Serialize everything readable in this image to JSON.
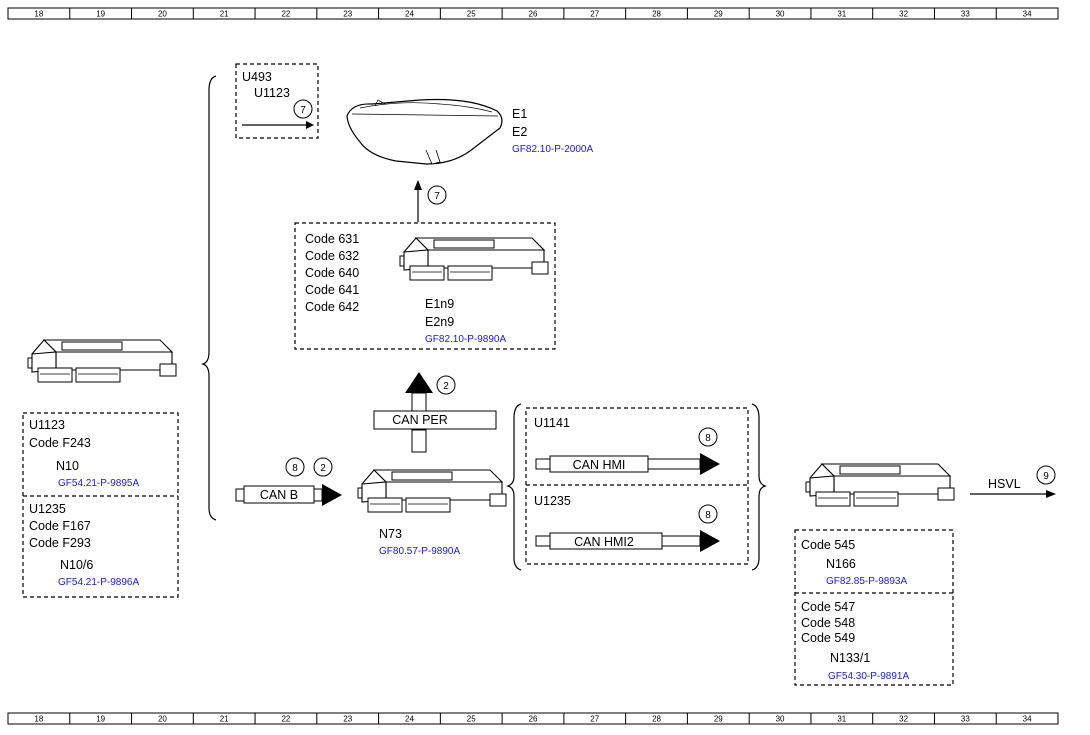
{
  "ruler": {
    "top": [
      "18",
      "19",
      "20",
      "21",
      "22",
      "23",
      "24",
      "25",
      "26",
      "27",
      "28",
      "29",
      "30",
      "31",
      "32",
      "33",
      "34"
    ],
    "bottom": [
      "18",
      "19",
      "20",
      "21",
      "22",
      "23",
      "24",
      "25",
      "26",
      "27",
      "28",
      "29",
      "30",
      "31",
      "32",
      "33",
      "34"
    ]
  },
  "left_module": {
    "group_a": {
      "variant": "U1123",
      "code": "Code F243",
      "unit": "N10",
      "ref": "GF54.21-P-9895A"
    },
    "group_b": {
      "variant": "U1235",
      "code1": "Code F167",
      "code2": "Code F293",
      "unit": "N10/6",
      "ref": "GF54.21-P-9896A"
    }
  },
  "headlamp_variant_box": {
    "line1": "U493",
    "line2": "U1123",
    "badge": "7"
  },
  "headlamp": {
    "unit1": "E1",
    "unit2": "E2",
    "ref": "GF82.10-P-2000A"
  },
  "headlamp_arrow_badge": "7",
  "headlamp_module": {
    "codes": [
      "Code 631",
      "Code 632",
      "Code 640",
      "Code 641",
      "Code 642"
    ],
    "unit1": "E1n9",
    "unit2": "E2n9",
    "ref": "GF82.10-P-9890A"
  },
  "can_per": {
    "label": "CAN PER",
    "badge": "2"
  },
  "can_b": {
    "label": "CAN B",
    "badge1": "8",
    "badge2": "2"
  },
  "gateway": {
    "unit": "N73",
    "ref": "GF80.57-P-9890A"
  },
  "hmi_group": {
    "variant1": "U1141",
    "bus1": "CAN HMI",
    "badge1": "8",
    "variant2": "U1235",
    "bus2": "CAN HMI2",
    "badge2": "8"
  },
  "right_module": {
    "group_a": {
      "code": "Code 545",
      "unit": "N166",
      "ref": "GF82.85-P-9893A"
    },
    "group_b": {
      "codes": [
        "Code 547",
        "Code 548",
        "Code 549"
      ],
      "unit": "N133/1",
      "ref": "GF54.30-P-9891A"
    }
  },
  "hsvl": {
    "label": "HSVL",
    "badge": "9"
  }
}
